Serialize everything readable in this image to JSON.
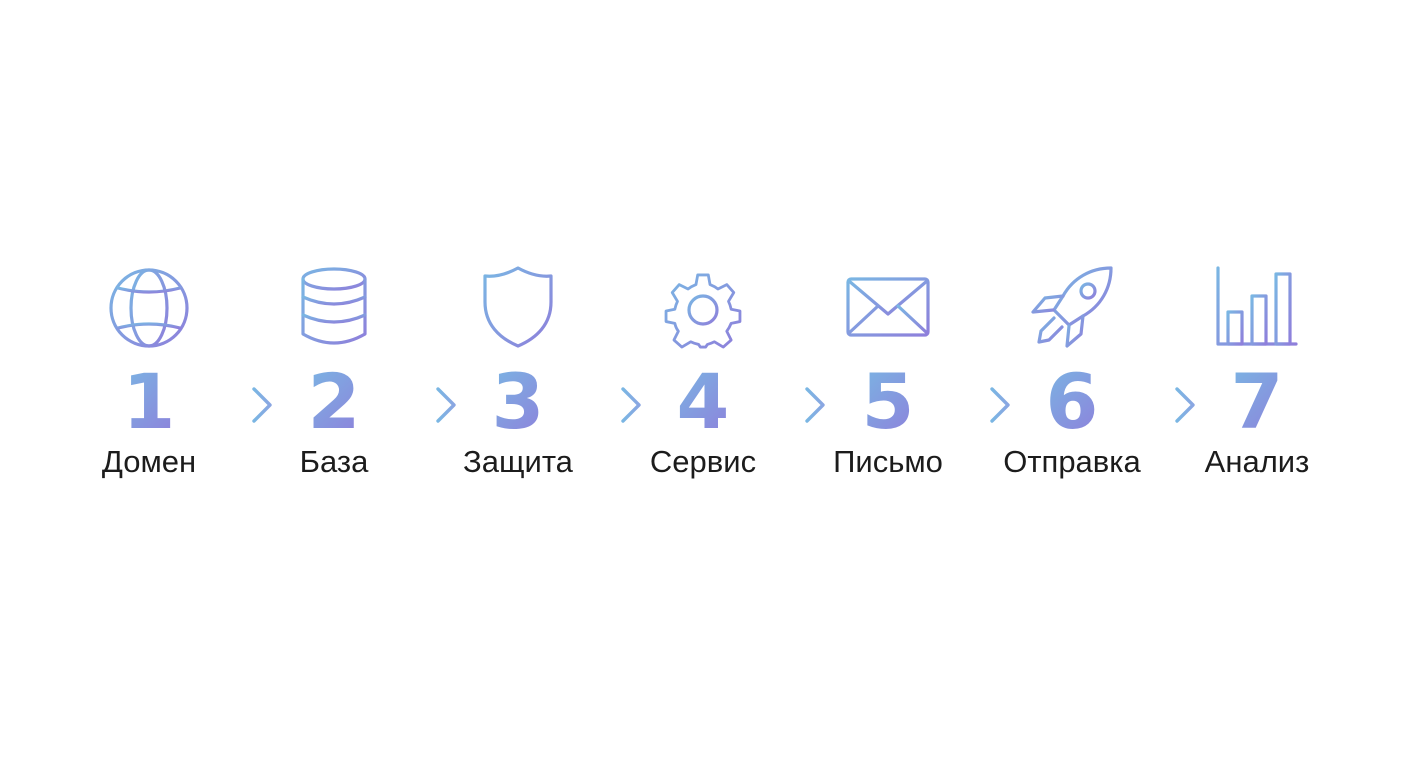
{
  "colors": {
    "gradient_start": "#7ab6e3",
    "gradient_end": "#8e7fdb",
    "label": "#1c1c1c"
  },
  "steps": [
    {
      "number": "1",
      "label": "Домен",
      "icon": "globe-icon"
    },
    {
      "number": "2",
      "label": "База",
      "icon": "database-icon"
    },
    {
      "number": "3",
      "label": "Защита",
      "icon": "shield-icon"
    },
    {
      "number": "4",
      "label": "Сервис",
      "icon": "gear-icon"
    },
    {
      "number": "5",
      "label": "Письмо",
      "icon": "envelope-icon"
    },
    {
      "number": "6",
      "label": "Отправка",
      "icon": "rocket-icon"
    },
    {
      "number": "7",
      "label": "Анализ",
      "icon": "bar-chart-icon"
    }
  ]
}
